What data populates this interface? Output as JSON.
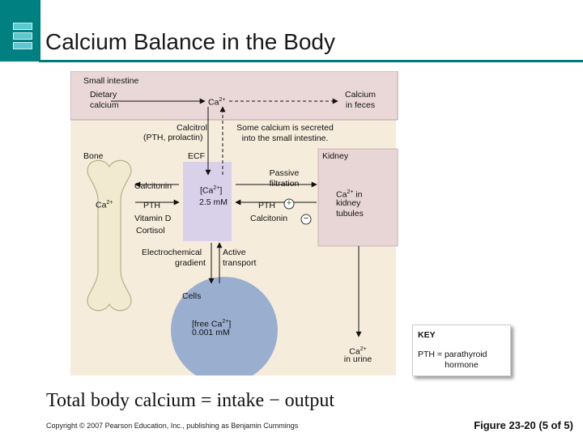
{
  "slide": {
    "title": "Calcium Balance in the Body",
    "equation": "Total body calcium = intake − output",
    "copyright": "Copyright © 2007 Pearson Education, Inc., publishing as Benjamin Cummings",
    "figure_label": "Figure 23-20 (5 of 5)"
  },
  "diagram": {
    "small_intestine": "Small intestine",
    "dietary_calcium": [
      "Dietary",
      "calcium"
    ],
    "ca_intestine": "Ca",
    "calcium_in_feces": [
      "Calcium",
      "in feces"
    ],
    "calcitrol": [
      "Calcitrol",
      "(PTH, prolactin)"
    ],
    "secreted": [
      "Some calcium is secreted",
      "into the small intestine."
    ],
    "bone": "Bone",
    "ecf": "ECF",
    "kidney": "Kidney",
    "calcitonin_left": "Calcitonin",
    "ca_bone": "Ca",
    "pth_left": "PTH",
    "vitamin_d": "Vitamin D",
    "cortisol": "Cortisol",
    "ca_ecf": "[Ca",
    "ecf_conc": "2.5 mM",
    "passive_filtration": [
      "Passive",
      "filtration"
    ],
    "pth_right": "PTH",
    "calcitonin_right": "Calcitonin",
    "plus_sign": "+",
    "minus_sign": "−",
    "kidney_tubules": [
      "in",
      "kidney",
      "tubules"
    ],
    "ca_kidney": "Ca",
    "electrochemical": [
      "Electrochemical",
      "gradient"
    ],
    "active_transport": [
      "Active",
      "transport"
    ],
    "cells": "Cells",
    "free_ca": [
      "[free Ca",
      "0.001 mM"
    ],
    "ca_urine": [
      "Ca",
      "in urine"
    ],
    "superscript": "2+",
    "bracket_close": "]"
  },
  "key": {
    "heading": "KEY",
    "line1": "PTH = parathyroid",
    "line2": "hormone"
  },
  "colors": {
    "header_teal": "#007b7b",
    "intestine_band": "#ead8d8",
    "ecf_band": "#f6ecdc",
    "kidney_box": "#e8d6d6",
    "ecf_box": "#d9d1ea",
    "cell_fill": "#9aaed0",
    "bone_fill": "#f2ead0"
  }
}
